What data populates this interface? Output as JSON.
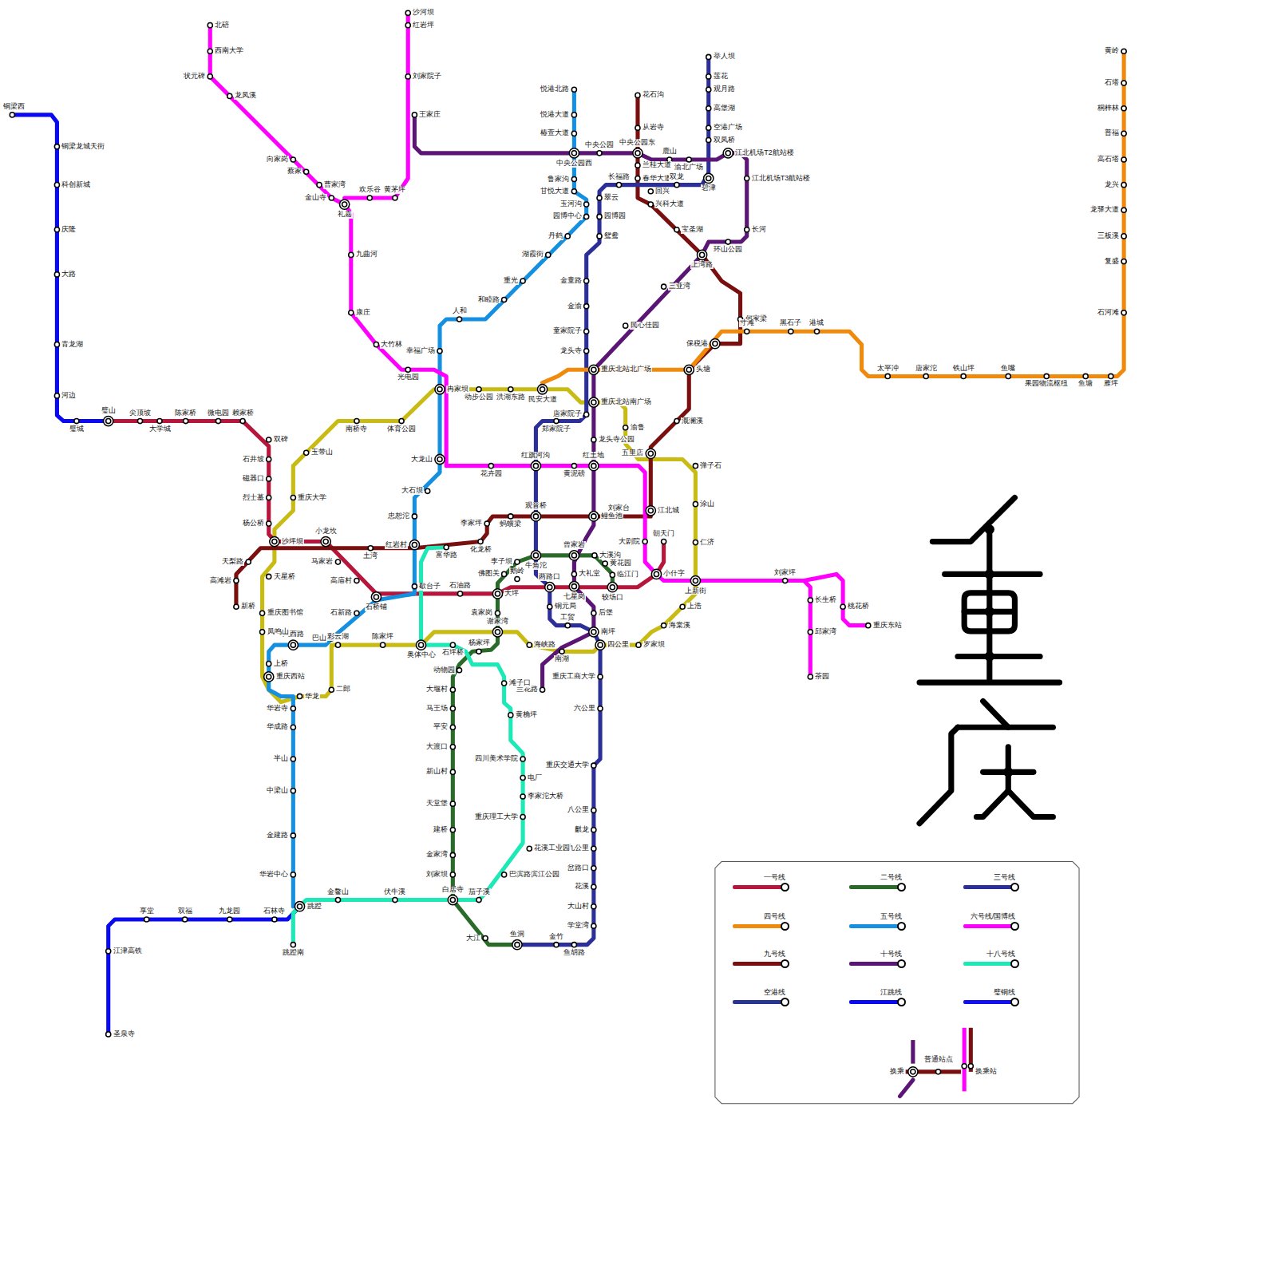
{
  "diagram": {
    "labels": [
      "铜梁西",
      "铜梁龙城天街",
      "科创新城",
      "庆隆",
      "大路",
      "青龙湖",
      "河边",
      "璧城",
      "璧山",
      "尖顶坡",
      "大学城",
      "陈家桥",
      "微电园",
      "赖家桥",
      "双碑",
      "石井坡",
      "磁器口",
      "烈士墓",
      "杨公桥",
      "沙坪坝",
      "小龙坎",
      "马家岩",
      "高庙村",
      "石桥铺",
      "歇台子",
      "石油路",
      "大坪",
      "鹅岭",
      "两路口",
      "七星岗",
      "较场口",
      "小什字",
      "朝天门",
      "新桥",
      "高滩岩",
      "天梨路",
      "土湾",
      "红岩村",
      "富华路",
      "化龙桥",
      "李家坪",
      "蚂蟥梁",
      "观音桥",
      "鲤鱼池",
      "刘家台",
      "江北城",
      "五里店",
      "溉澜溪",
      "头塘",
      "保税港",
      "何家梁",
      "上湾路",
      "宝圣湖",
      "兴科大道",
      "回兴",
      "春华大道",
      "兰桂大道",
      "中央公园东",
      "从岩寺",
      "花石沟",
      "王家庄",
      "中央公园西",
      "中央公园",
      "鹿山",
      "渝北广场",
      "江北机场T2航站楼",
      "江北机场T3航站楼",
      "长河",
      "环山公园",
      "三亚湾",
      "民心佳园",
      "重庆北站北广场",
      "唐家院子",
      "龙头寺公园",
      "红土地",
      "曾家岩",
      "大礼堂",
      "后堡",
      "南坪",
      "南湖",
      "兰花路",
      "举人坝",
      "莲花",
      "观月路",
      "高堡湖",
      "空港广场",
      "双凤桥",
      "碧津",
      "双龙",
      "长福路",
      "翠云",
      "园博园",
      "鸳鸯",
      "金童路",
      "金渝",
      "童家院子",
      "龙头寺",
      "郑家院子",
      "红旗河沟",
      "牛角沱",
      "铜元局",
      "工贸",
      "四公里",
      "重庆工商大学",
      "六公里",
      "重庆交通大学",
      "八公里",
      "麒龙",
      "九公里",
      "岔路口",
      "花溪",
      "大山村",
      "学堂湾",
      "鱼胡路",
      "金竹",
      "鱼洞",
      "悦港北路",
      "悦港大道",
      "椿萱大道",
      "鲁家沟",
      "甘悦大道",
      "玉河沟",
      "园博中心",
      "丹鹤",
      "湖霞街",
      "重光",
      "和睦路",
      "人和",
      "幸福广场",
      "冉家坝",
      "大龙山",
      "大石坝",
      "忠恕沱",
      "石新路",
      "巴山",
      "凤西路",
      "上桥",
      "重庆西站",
      "华岩寺",
      "华成路",
      "半山",
      "中梁山",
      "金建路",
      "华岩中心",
      "跳蹬",
      "跳蹬南",
      "李子坝",
      "佛图关",
      "袁家岗",
      "谢家湾",
      "杨家坪",
      "动物园",
      "大堰村",
      "马王场",
      "平安",
      "大渡口",
      "新山村",
      "天堂堡",
      "建桥",
      "金家湾",
      "刘家坝",
      "白居寺",
      "大江",
      "大溪沟",
      "黄花园",
      "临江门",
      "北碚",
      "西南大学",
      "状元碑",
      "龙凤溪",
      "向家岗",
      "蔡家",
      "曹家湾",
      "金山寺",
      "礼嘉",
      "九曲河",
      "康庄",
      "大竹林",
      "光电园",
      "花卉园",
      "黄泥磅",
      "大剧院",
      "上新街",
      "刘家坪",
      "长生桥",
      "邱家湾",
      "茶园",
      "桃花桥",
      "重庆东站",
      "沙河坝",
      "红岩坪",
      "刘家院子",
      "欢乐谷",
      "黄茅坪",
      "重庆大学",
      "玉带山",
      "南桥寺",
      "体育公园",
      "动步公园",
      "洪湖东路",
      "民安大道",
      "重庆北站南广场",
      "渝鲁",
      "弹子石",
      "涂山",
      "仁济",
      "上浩",
      "海棠溪",
      "罗家坝",
      "海峡路",
      "奥体中心",
      "陈家坪",
      "彩云湖",
      "二郎",
      "华龙",
      "重庆图书馆",
      "凤鸣山",
      "天星桥",
      "石坪桥",
      "滩子口",
      "黄桷坪",
      "四川美术学院",
      "电厂",
      "李家沱大桥",
      "重庆理工大学",
      "花溪工业园",
      "巴滨路滨江公园",
      "茄子溪",
      "伏牛溪",
      "金鳌山",
      "江津高铁",
      "享堂",
      "双福",
      "九龙园",
      "石林寺",
      "圣泉寺",
      "寸滩",
      "黑石子",
      "港城",
      "太平冲",
      "唐家沱",
      "铁山坪",
      "鱼嘴",
      "果园物流枢纽",
      "鱼塘",
      "雁坪",
      "石河滩",
      "复盛",
      "三板溪",
      "龙驿大道",
      "龙兴",
      "高石塔",
      "普福",
      "桐梓林",
      "石塔",
      "黄岭"
    ],
    "legend": [
      {
        "text": "一号线",
        "color": "#b7163c"
      },
      {
        "text": "二号线",
        "color": "#2a6b2a"
      },
      {
        "text": "三号线",
        "color": "#2d2f98"
      },
      {
        "text": "四号线",
        "color": "#f08a0c"
      },
      {
        "text": "五号线",
        "color": "#1590e0"
      },
      {
        "text": "六号线/国博线",
        "color": "#ff00ff"
      },
      {
        "text": "九号线",
        "color": "#7a0f0f"
      },
      {
        "text": "十号线",
        "color": "#5b1675"
      },
      {
        "text": "十八号线",
        "color": "#1de9b6"
      },
      {
        "text": "空港线",
        "color": "#283593"
      },
      {
        "text": "江跳线",
        "color": "#0a0af0"
      },
      {
        "text": "璧铜线",
        "color": "#1010f0"
      },
      {
        "text": "换乘"
      },
      {
        "text": "普通站点"
      },
      {
        "text": "换乘站"
      }
    ]
  }
}
